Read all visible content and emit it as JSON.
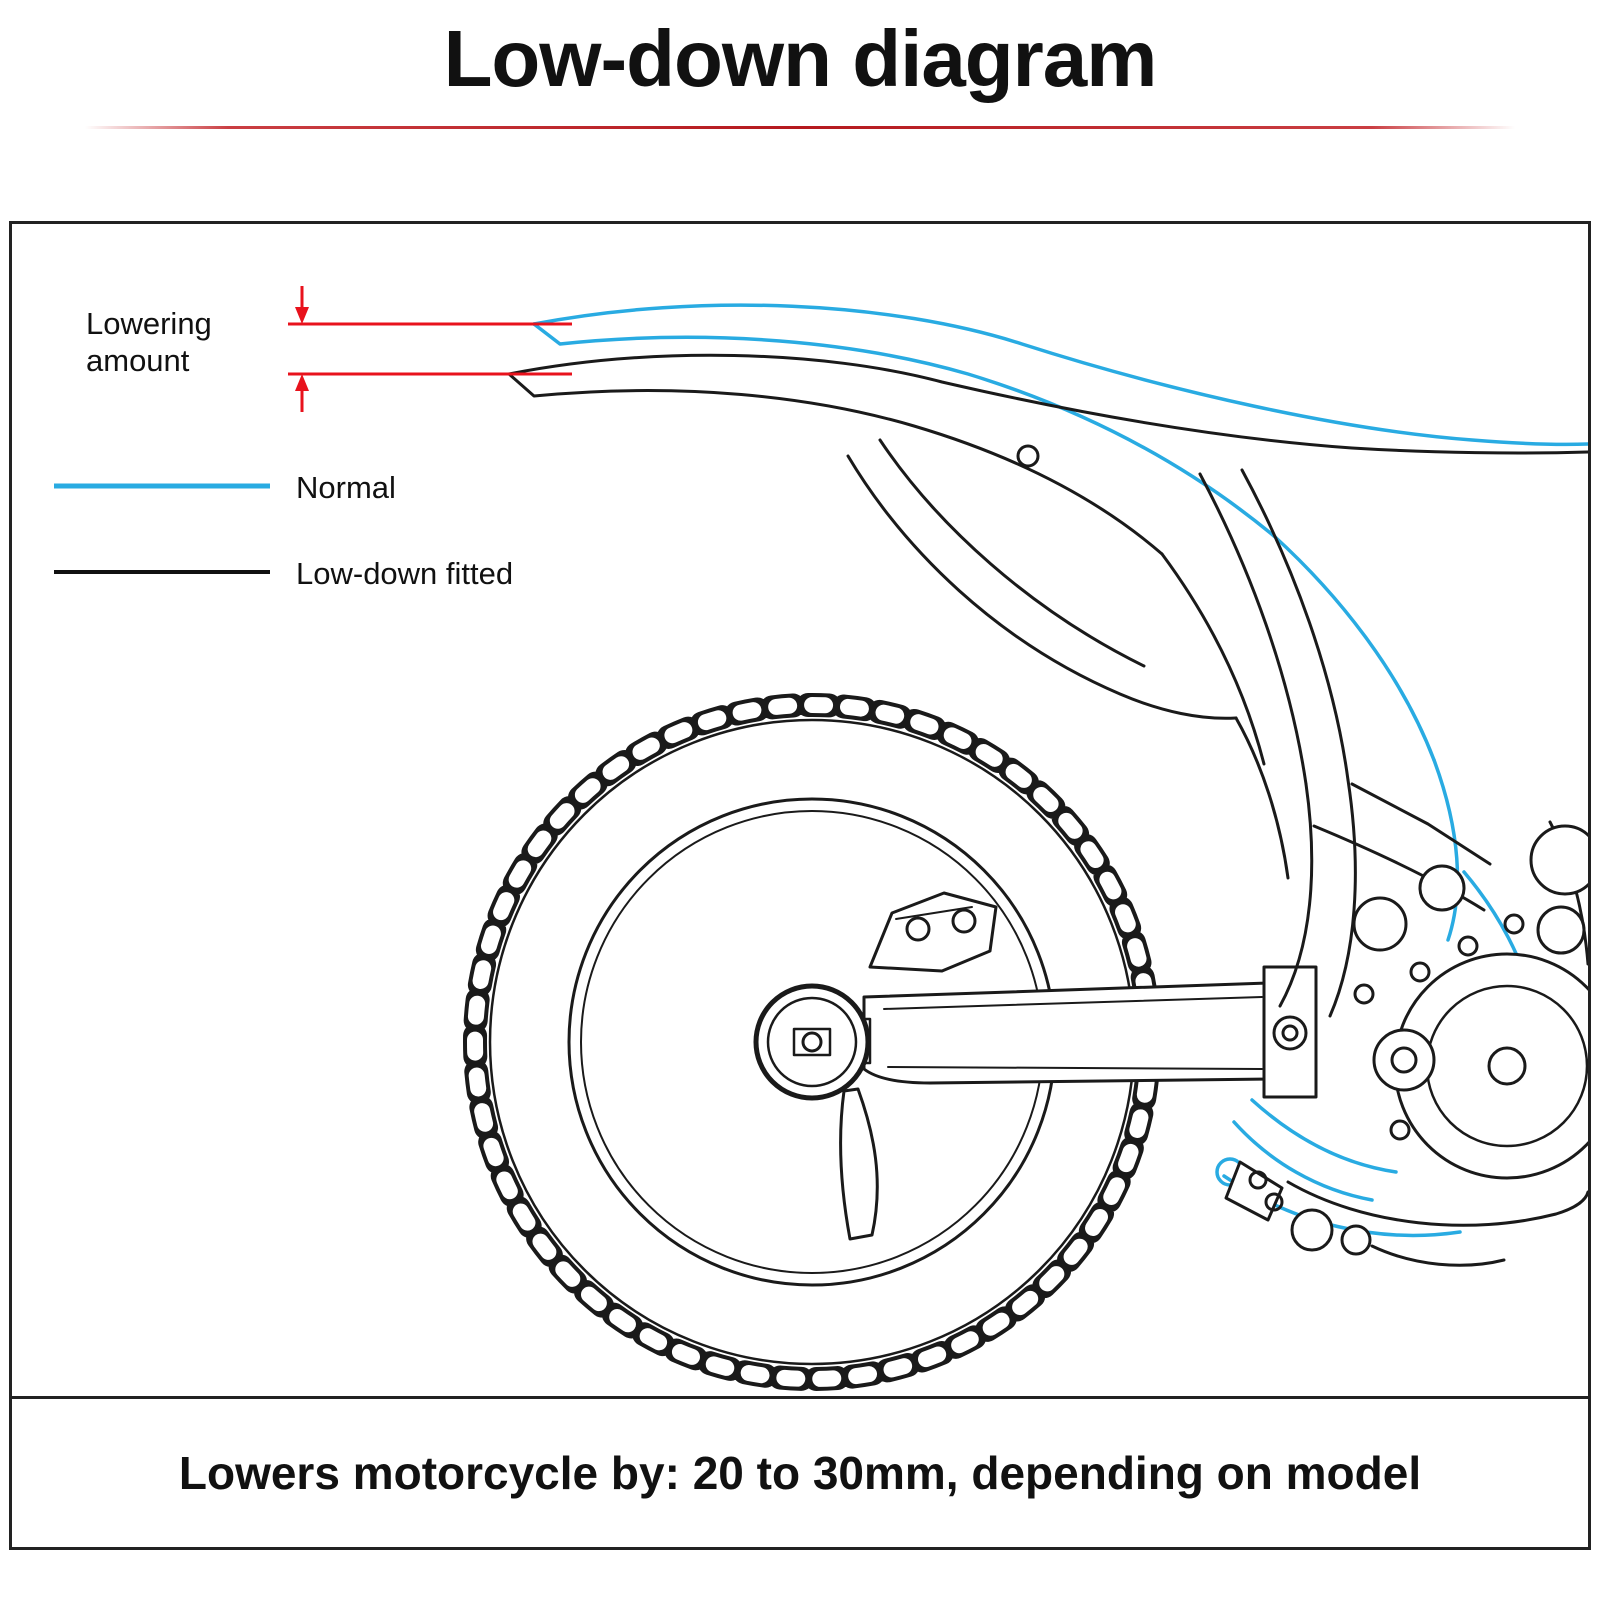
{
  "page": {
    "title": "Low-down diagram",
    "caption": "Lowers motorcycle by: 20 to 30mm, depending on model"
  },
  "measurement": {
    "label_line1": "Lowering",
    "label_line2": "amount"
  },
  "legend": {
    "normal": "Normal",
    "lowdown": "Low-down fitted"
  },
  "colors": {
    "normal_line": "#29abe2",
    "lowdown_line": "#111111",
    "measurement_red": "#e8121c",
    "divider_red": "#b5191e",
    "border": "#222222"
  }
}
